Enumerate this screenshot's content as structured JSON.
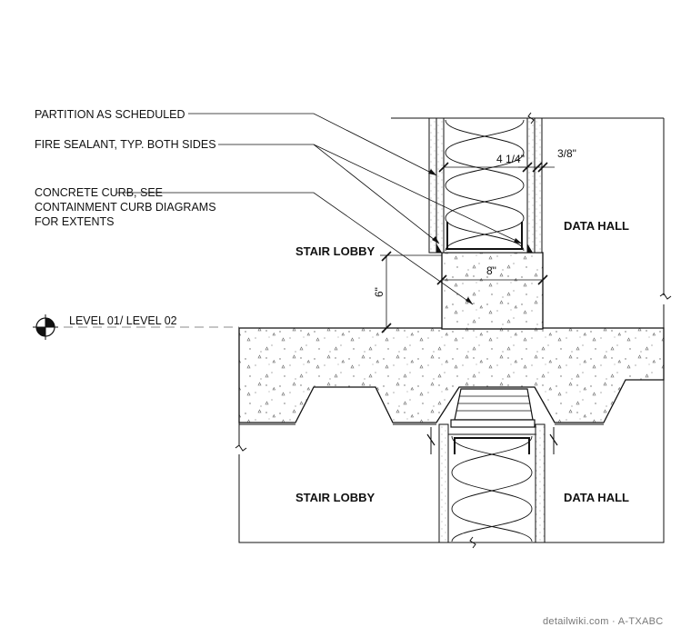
{
  "notes": {
    "partition": "PARTITION AS SCHEDULED",
    "fire_sealant": "FIRE SEALANT, TYP. BOTH SIDES",
    "curb_line1": "CONCRETE CURB, SEE",
    "curb_line2": "CONTAINMENT CURB DIAGRAMS",
    "curb_line3": "FOR EXTENTS"
  },
  "rooms": {
    "stair_lobby_upper": "STAIR LOBBY",
    "data_hall_upper": "DATA HALL",
    "stair_lobby_lower": "STAIR LOBBY",
    "data_hall_lower": "DATA HALL"
  },
  "level": {
    "label": "LEVEL 01/ LEVEL 02"
  },
  "dimensions": {
    "wall_width": "4 1/4\"",
    "gap": "3/8\"",
    "curb_width": "8\"",
    "curb_height": "6\""
  },
  "watermark": "detailwiki.com · A-TXABC"
}
